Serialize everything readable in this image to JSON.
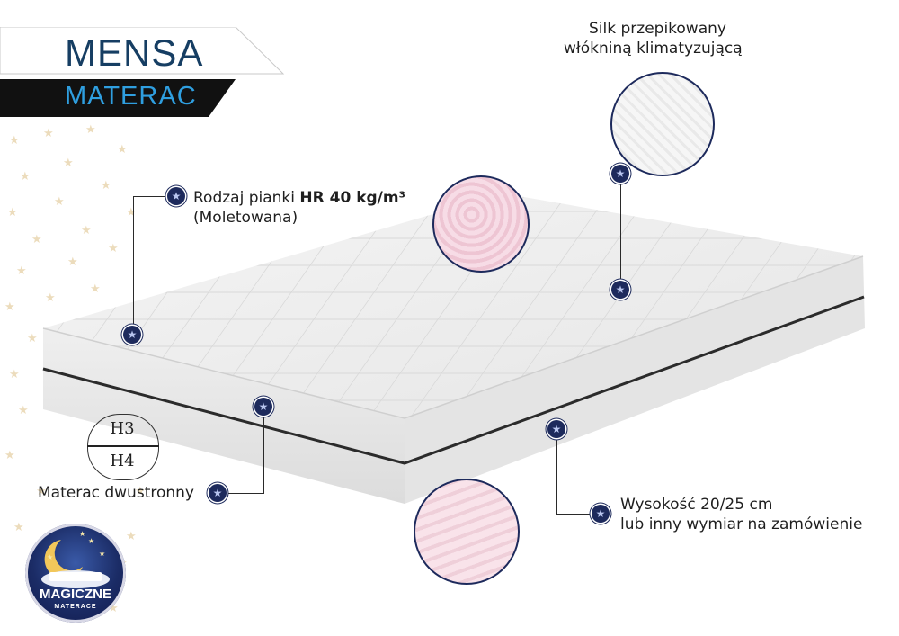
{
  "brand": {
    "name": "MENSA",
    "subtitle": "MATERAC"
  },
  "features": {
    "cover": {
      "line1": "Silk przepikowany",
      "line2": "włókniną klimatyzującą"
    },
    "foam": {
      "prefix": "Rodzaj pianki ",
      "bold": "HR 40 kg/m³",
      "line2": "(Moletowana)"
    },
    "double_sided": "Materac dwustronny",
    "height": {
      "line1": "Wysokość 20/25 cm",
      "line2": "lub inny wymiar na zamówienie"
    }
  },
  "firmness": {
    "top": "H3",
    "bottom": "H4"
  },
  "logo": {
    "title": "MAGICZNE",
    "subtitle": "MATERACE"
  },
  "colors": {
    "navy": "#1d2a5c",
    "brand_blue": "#163e63",
    "accent": "#2f9fe0",
    "dark_band": "#111111"
  }
}
